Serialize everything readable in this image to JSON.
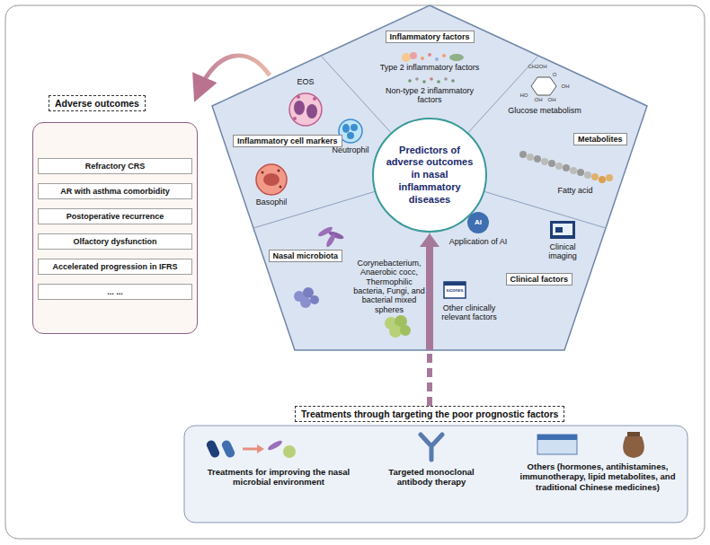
{
  "diagram": {
    "nodes": [
      {
        "text": [
          "Adverse outcomes"
        ]
      },
      {
        "text": [
          "Refractory CRS"
        ],
        "in": 0
      },
      {
        "text": [
          "AR with asthma comorbidity"
        ],
        "in": 0
      },
      {
        "text": [
          "Postoperative recurrence"
        ],
        "in": 0
      },
      {
        "text": [
          "Olfactory dysfunction"
        ],
        "in": 0
      },
      {
        "text": [
          "Accelerated progression in IFRS"
        ],
        "in": 0
      },
      {
        "text": [
          "... ..."
        ],
        "in": 0
      },
      {
        "text": [
          "Inflammatory factors"
        ]
      },
      {
        "text": [
          "Inflammatory cell markers"
        ]
      },
      {
        "text": [
          "Metabolites"
        ]
      },
      {
        "text": [
          "Nasal microbiota"
        ]
      },
      {
        "text": [
          "Clinical factors"
        ]
      },
      {
        "text": [
          "Predictors of adverse outcomes in nasal inflammatory diseases"
        ]
      },
      {
        "text": [
          "Treatments through targeting the poor prognostic factors",
          "Treatments for improving the nasal microbial environment",
          "Targeted monoclonal antibody therapy",
          "Others (hormones, antihistamines, immunotherapy, lipid metabolites, and traditional Chinese medicines)"
        ]
      }
    ],
    "edges": [
      {
        "from": 13,
        "to": 12,
        "arrow": "to"
      }
    ],
    "labels": [
      "EOS",
      "Type 2 inflammatory factors",
      "Non-type 2 inflammatory factors",
      "CH2OH",
      "O",
      "OH",
      "HO",
      "OH",
      "OH",
      "Glucose metabolism",
      "Fatty acid",
      "Neutrophil",
      "Basophil",
      "Corynebacterium, Anaerobic cocc, Thermophilic bacteria, Fungi, and bacterial mixed spheres",
      "AI",
      "Application of AI",
      "Clinical imaging",
      "scores",
      "Other clinically relevant factors"
    ]
  }
}
